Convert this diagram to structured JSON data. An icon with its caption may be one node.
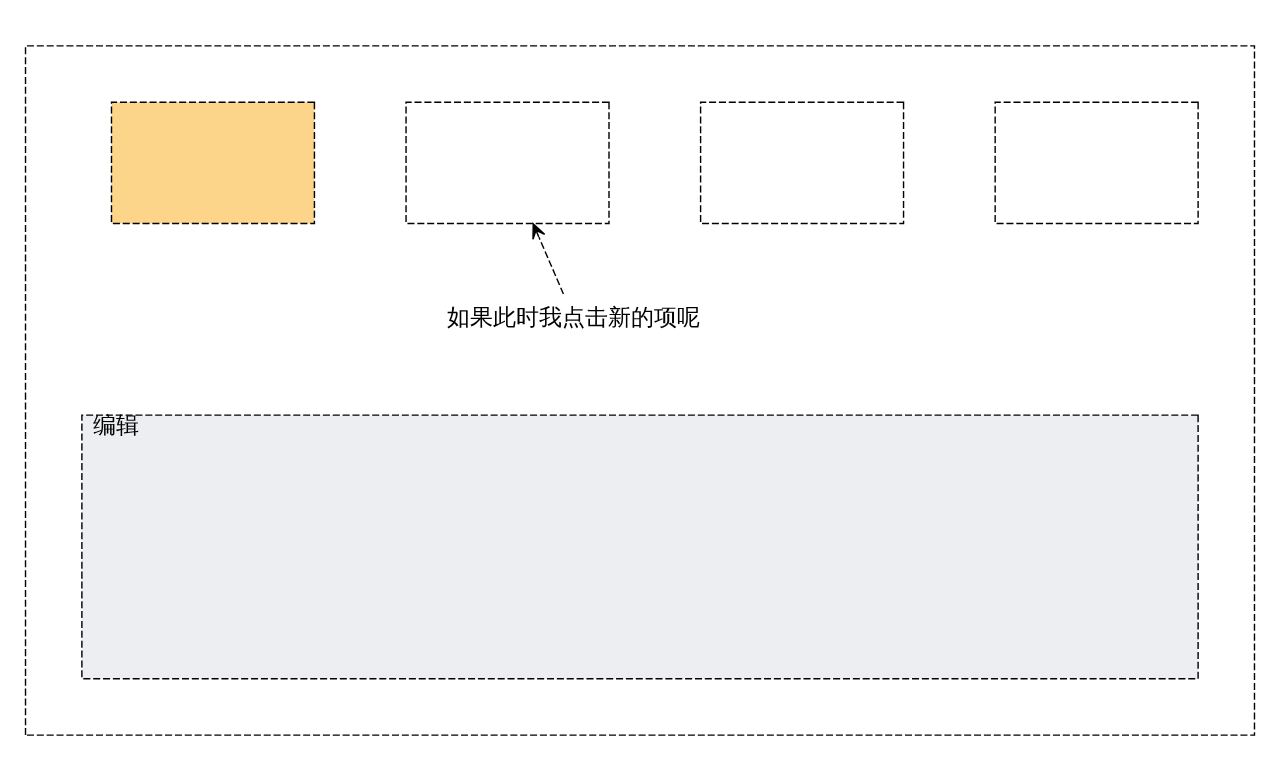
{
  "diagram": {
    "nodes": [
      {
        "text": [],
        "shape": "box"
      },
      {
        "text": [],
        "shape": "box",
        "in": 0
      },
      {
        "text": [],
        "shape": "box",
        "in": 0
      },
      {
        "text": [],
        "shape": "box",
        "in": 0
      },
      {
        "text": [],
        "shape": "box",
        "in": 0
      },
      {
        "text": [
          "如果此时我点击新的项呢"
        ],
        "in": 0
      },
      {
        "text": [
          "编辑"
        ],
        "in": 0
      }
    ],
    "edges": [
      {
        "from": 5,
        "to": 2,
        "arrow": "to",
        "style": "dashed"
      }
    ]
  }
}
